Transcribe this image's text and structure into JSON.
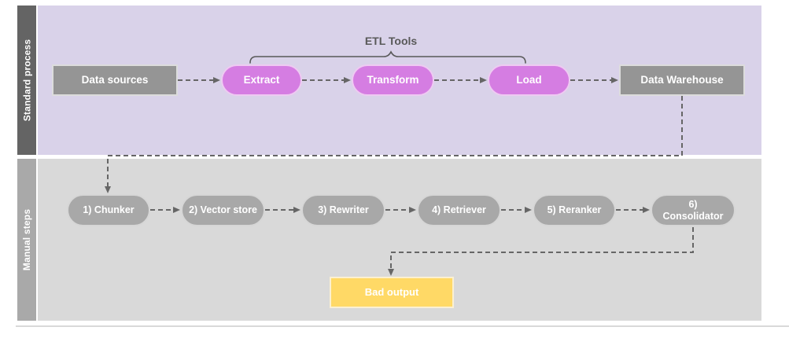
{
  "diagram": {
    "lanes": {
      "standard": {
        "label": "Standard process"
      },
      "manual": {
        "label": "Manual steps"
      }
    },
    "etl_tools_label": "ETL Tools",
    "nodes": {
      "data_sources": {
        "label": "Data sources"
      },
      "extract": {
        "label": "Extract"
      },
      "transform": {
        "label": "Transform"
      },
      "load": {
        "label": "Load"
      },
      "data_warehouse": {
        "label": "Data Warehouse"
      },
      "chunker": {
        "label": "1) Chunker"
      },
      "vector_store": {
        "label": "2) Vector store"
      },
      "rewriter": {
        "label": "3) Rewriter"
      },
      "retriever": {
        "label": "4) Retriever"
      },
      "reranker": {
        "label": "5) Reranker"
      },
      "consolidator": {
        "label": "6) Consolidator"
      },
      "bad_output": {
        "label": "Bad output"
      }
    },
    "edges": [
      {
        "from": "data_sources",
        "to": "extract",
        "style": "dashed-arrow"
      },
      {
        "from": "extract",
        "to": "transform",
        "style": "dashed-arrow"
      },
      {
        "from": "transform",
        "to": "load",
        "style": "dashed-arrow"
      },
      {
        "from": "load",
        "to": "data_warehouse",
        "style": "dashed-arrow"
      },
      {
        "from": "data_warehouse",
        "to": "chunker",
        "style": "dashed-arrow"
      },
      {
        "from": "chunker",
        "to": "vector_store",
        "style": "dashed-arrow"
      },
      {
        "from": "vector_store",
        "to": "rewriter",
        "style": "dashed-arrow"
      },
      {
        "from": "rewriter",
        "to": "retriever",
        "style": "dashed-arrow"
      },
      {
        "from": "retriever",
        "to": "reranker",
        "style": "dashed-arrow"
      },
      {
        "from": "reranker",
        "to": "consolidator",
        "style": "dashed-arrow"
      },
      {
        "from": "consolidator",
        "to": "bad_output",
        "style": "dashed-arrow"
      }
    ],
    "colors": {
      "standard_lane_bg": "#d9d2e9",
      "standard_lane_bar": "#646464",
      "manual_lane_bg": "#d9d9d9",
      "manual_lane_bar": "#a9a9a9",
      "etl_step_fill": "#d57de2",
      "gray_node_fill": "#959595",
      "manual_step_fill": "#a8a8a8",
      "bad_output_fill": "#ffd966",
      "connector": "#666666",
      "brace": "#595959",
      "node_text": "#ffffff"
    }
  }
}
